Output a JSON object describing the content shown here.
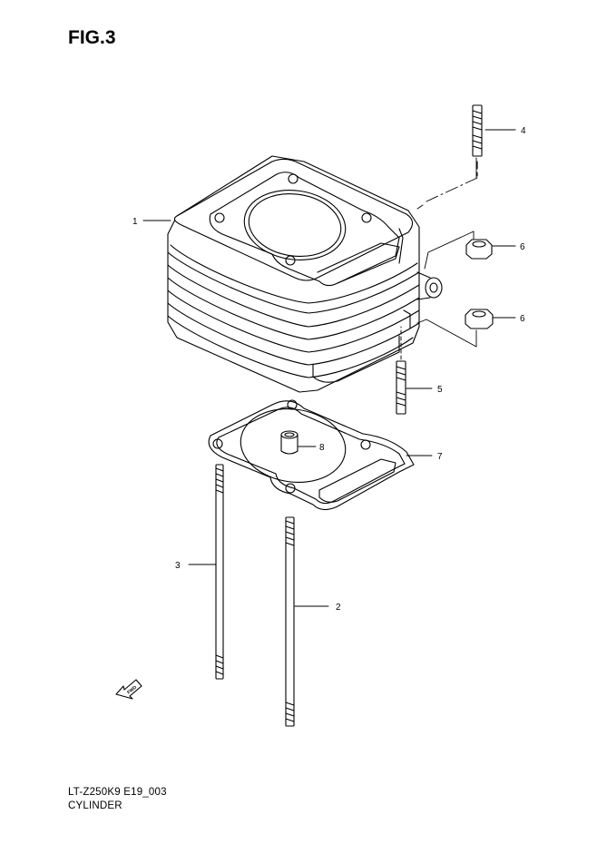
{
  "figure": {
    "title": "FIG.3"
  },
  "footer": {
    "code": "LT-Z250K9 E19_003",
    "name": "CYLINDER"
  },
  "callouts": [
    {
      "id": "c1",
      "label": "1"
    },
    {
      "id": "c2",
      "label": "2"
    },
    {
      "id": "c3",
      "label": "3"
    },
    {
      "id": "c4",
      "label": "4"
    },
    {
      "id": "c5",
      "label": "5"
    },
    {
      "id": "c6a",
      "label": "6"
    },
    {
      "id": "c6b",
      "label": "6"
    },
    {
      "id": "c7",
      "label": "7"
    },
    {
      "id": "c8",
      "label": "8"
    }
  ],
  "fwd_mark": {
    "label": "FWD"
  }
}
